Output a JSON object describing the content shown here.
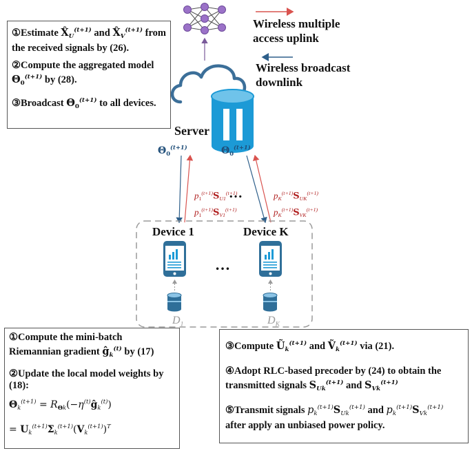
{
  "legend": {
    "uplink_line1": "Wireless multiple",
    "uplink_line2": "access uplink",
    "downlink_line1": "Wireless broadcast",
    "downlink_line2": "downlink",
    "uplink_color": "#d9534f",
    "downlink_color": "#2e5f8a"
  },
  "server_box": {
    "step1_marker": "①",
    "step1_text_a": "Estimate",
    "step1_text_b": "and",
    "step1_text_c": "from the received signals by (26).",
    "step2_marker": "②",
    "step2_text_a": "Compute the aggregated model",
    "step2_text_b": "by (28).",
    "step3_marker": "③",
    "step3_text_a": "Broadcast",
    "step3_text_b": "to all devices."
  },
  "server_label": "Server",
  "devices": {
    "left_label": "Device 1",
    "right_label": "Device K",
    "middle_dots": "…",
    "top_dots": "…",
    "left_data": "D",
    "left_data_sub": "1",
    "right_data": "D",
    "right_data_sub": "K"
  },
  "link_labels": {
    "theta": "Θ",
    "p": "p",
    "s": "S"
  },
  "device_box": {
    "step1_marker": "①",
    "step1_text_a": "Compute the  mini-batch Riemannian gradient",
    "step1_text_b": "by (17)",
    "step2_marker": "②",
    "step2_text": "Update the local model weights by (18):"
  },
  "precoder_box": {
    "step3_marker": "③",
    "step3_text_a": "Compute",
    "step3_text_b": "and",
    "step3_text_c": "via (21).",
    "step4_marker": "④",
    "step4_text_a": "Adopt RLC-based precoder by (24) to obtain the transmitted signals",
    "step4_text_b": "and",
    "step5_marker": "⑤",
    "step5_text_a": "Transmit signals",
    "step5_text_b": "and",
    "step5_text_c": "after apply an unbiased power policy."
  },
  "icons": {
    "network": "neural-network-icon",
    "cloud": "cloud-icon",
    "server_db": "database-icon",
    "phone": "smartphone-chart-icon",
    "local_db": "database-icon"
  }
}
